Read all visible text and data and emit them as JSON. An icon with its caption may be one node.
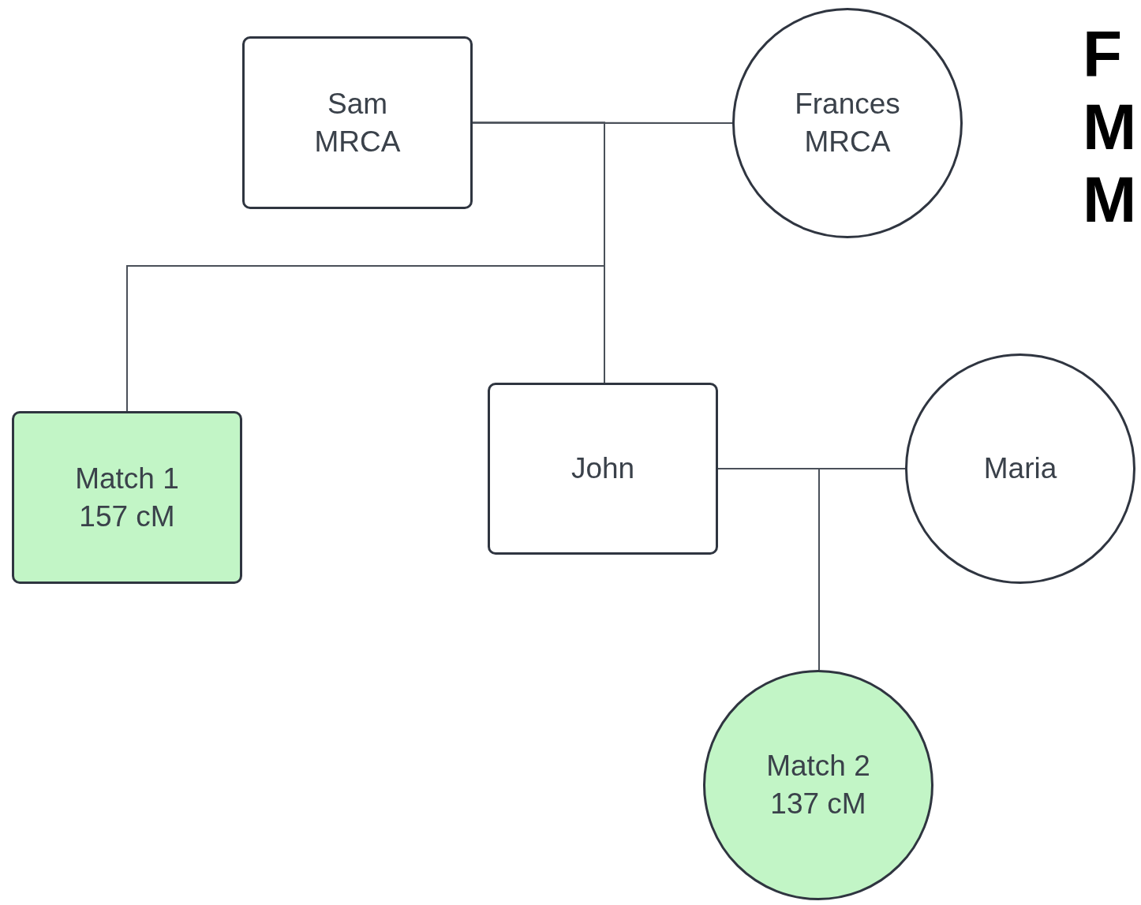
{
  "diagram": {
    "nodes": [
      {
        "text": [
          "Sam",
          "MRCA"
        ]
      },
      {
        "text": [
          "Frances",
          "MRCA"
        ]
      },
      {
        "text": [
          "Match 1",
          "157 cM"
        ]
      },
      {
        "text": [
          "John"
        ]
      },
      {
        "text": [
          "Maria"
        ]
      },
      {
        "text": [
          "Match 2",
          "137 cM"
        ]
      }
    ],
    "edges": [
      {
        "from": 0,
        "to": 1,
        "arrow": "none"
      },
      {
        "from": 0,
        "to": 2,
        "arrow": "none"
      },
      {
        "from": 1,
        "to": 2,
        "arrow": "none"
      },
      {
        "from": 0,
        "to": 3,
        "arrow": "none"
      },
      {
        "from": 1,
        "to": 3,
        "arrow": "none"
      },
      {
        "from": 3,
        "to": 4,
        "arrow": "none"
      },
      {
        "from": 3,
        "to": 5,
        "arrow": "none"
      },
      {
        "from": 4,
        "to": 5,
        "arrow": "none"
      }
    ],
    "labels": [
      "F",
      "M",
      "M"
    ]
  }
}
